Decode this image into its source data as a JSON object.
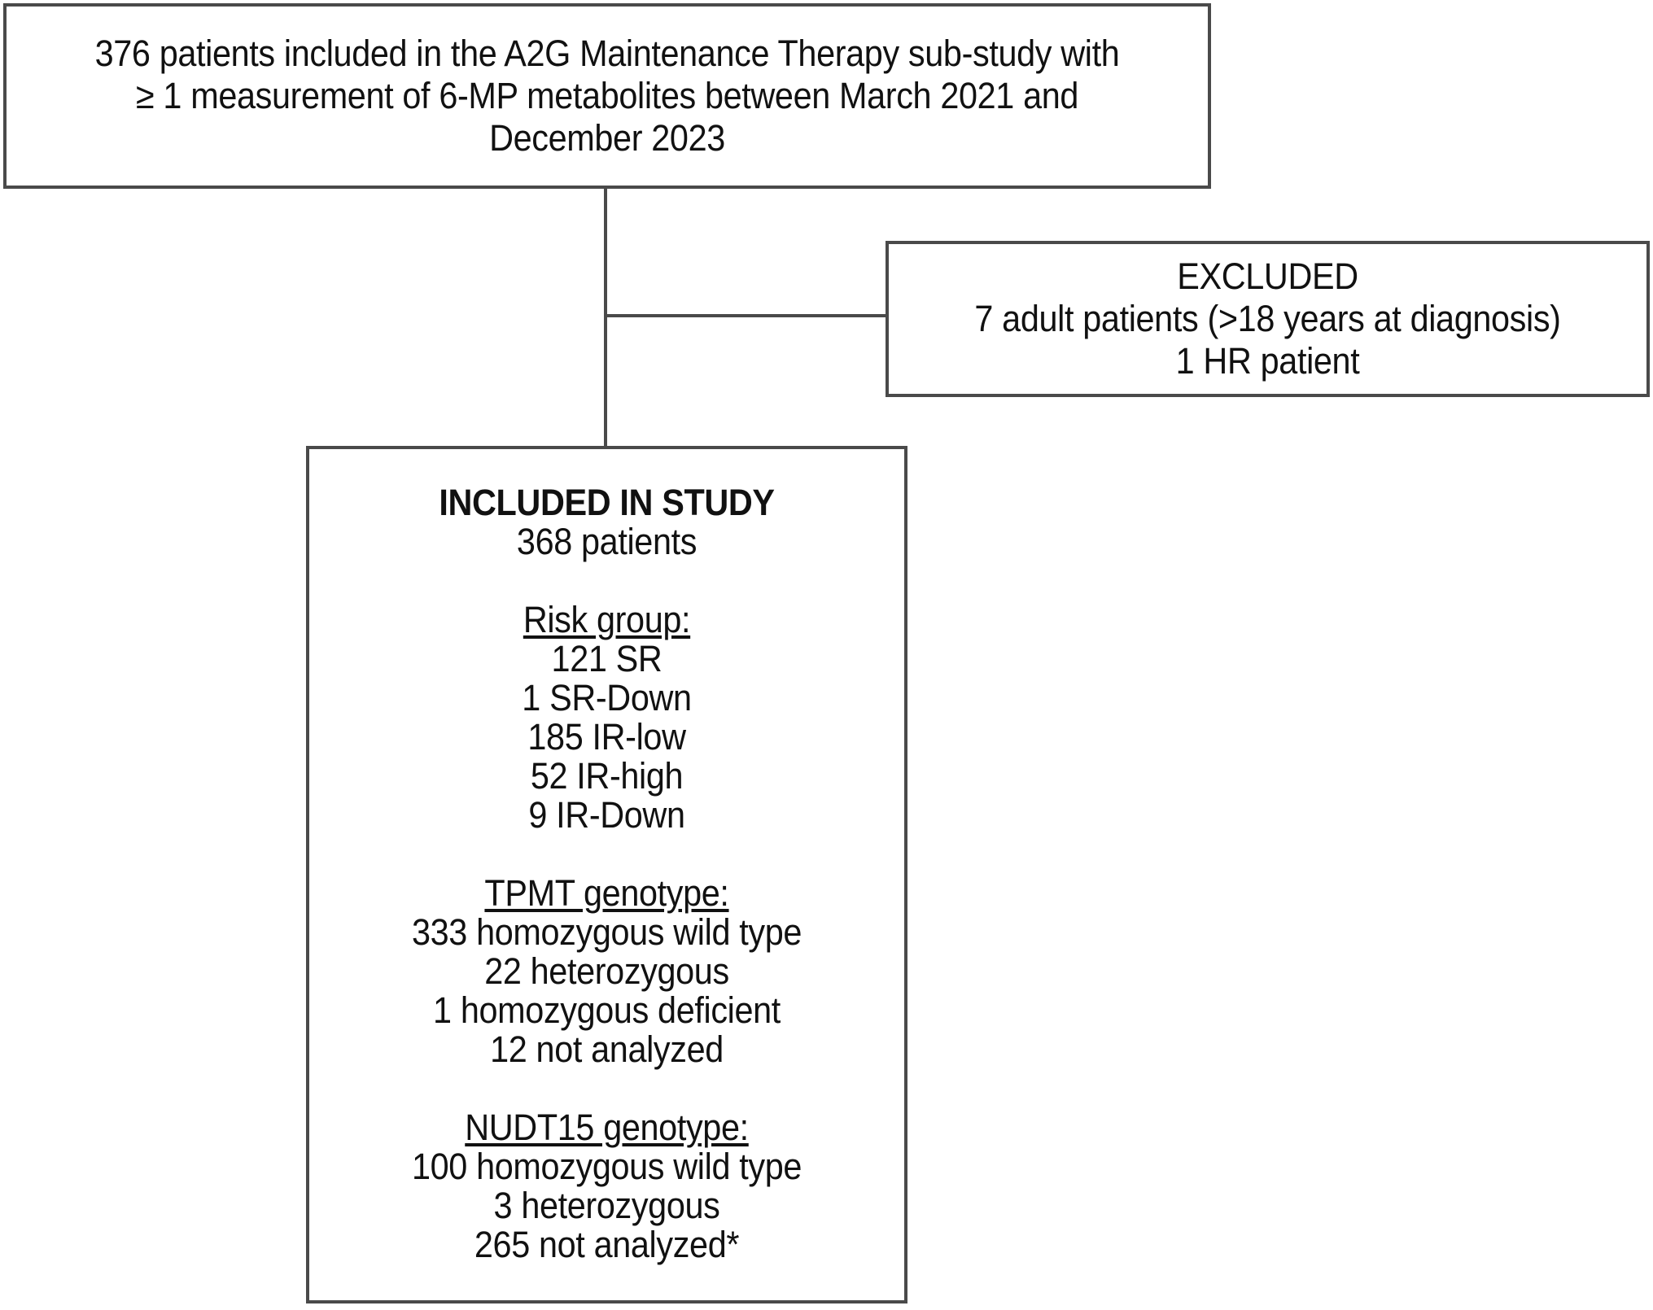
{
  "diagram": {
    "title": "Patient inclusion flow diagram",
    "type": "consort-flowchart",
    "line_color": "#4a4a4a",
    "background_color": "#ffffff"
  },
  "boxes": {
    "enrolled": {
      "name": "enrolled-box",
      "lines": [
        "376 patients included in the A2G Maintenance Therapy sub-study with",
        "≥ 1 measurement of 6-MP metabolites between March 2021 and",
        "December 2023"
      ]
    },
    "excluded": {
      "name": "excluded-box",
      "heading": "EXCLUDED",
      "lines": [
        "7 adult patients (>18 years at diagnosis)",
        "1 HR patient"
      ]
    },
    "included": {
      "name": "included-box",
      "heading": "INCLUDED IN STUDY",
      "subtitle": "368 patients",
      "sections": [
        {
          "label": "Risk group:",
          "items": [
            "121 SR",
            "1 SR-Down",
            "185 IR-low",
            "52 IR-high",
            "9 IR-Down"
          ]
        },
        {
          "label": "TPMT genotype:",
          "items": [
            "333 homozygous wild type",
            "22 heterozygous",
            "1 homozygous deficient",
            "12 not analyzed"
          ]
        },
        {
          "label": "NUDT15 genotype:",
          "items": [
            "100 homozygous wild type",
            "3 heterozygous",
            "265 not analyzed*"
          ]
        }
      ]
    }
  }
}
